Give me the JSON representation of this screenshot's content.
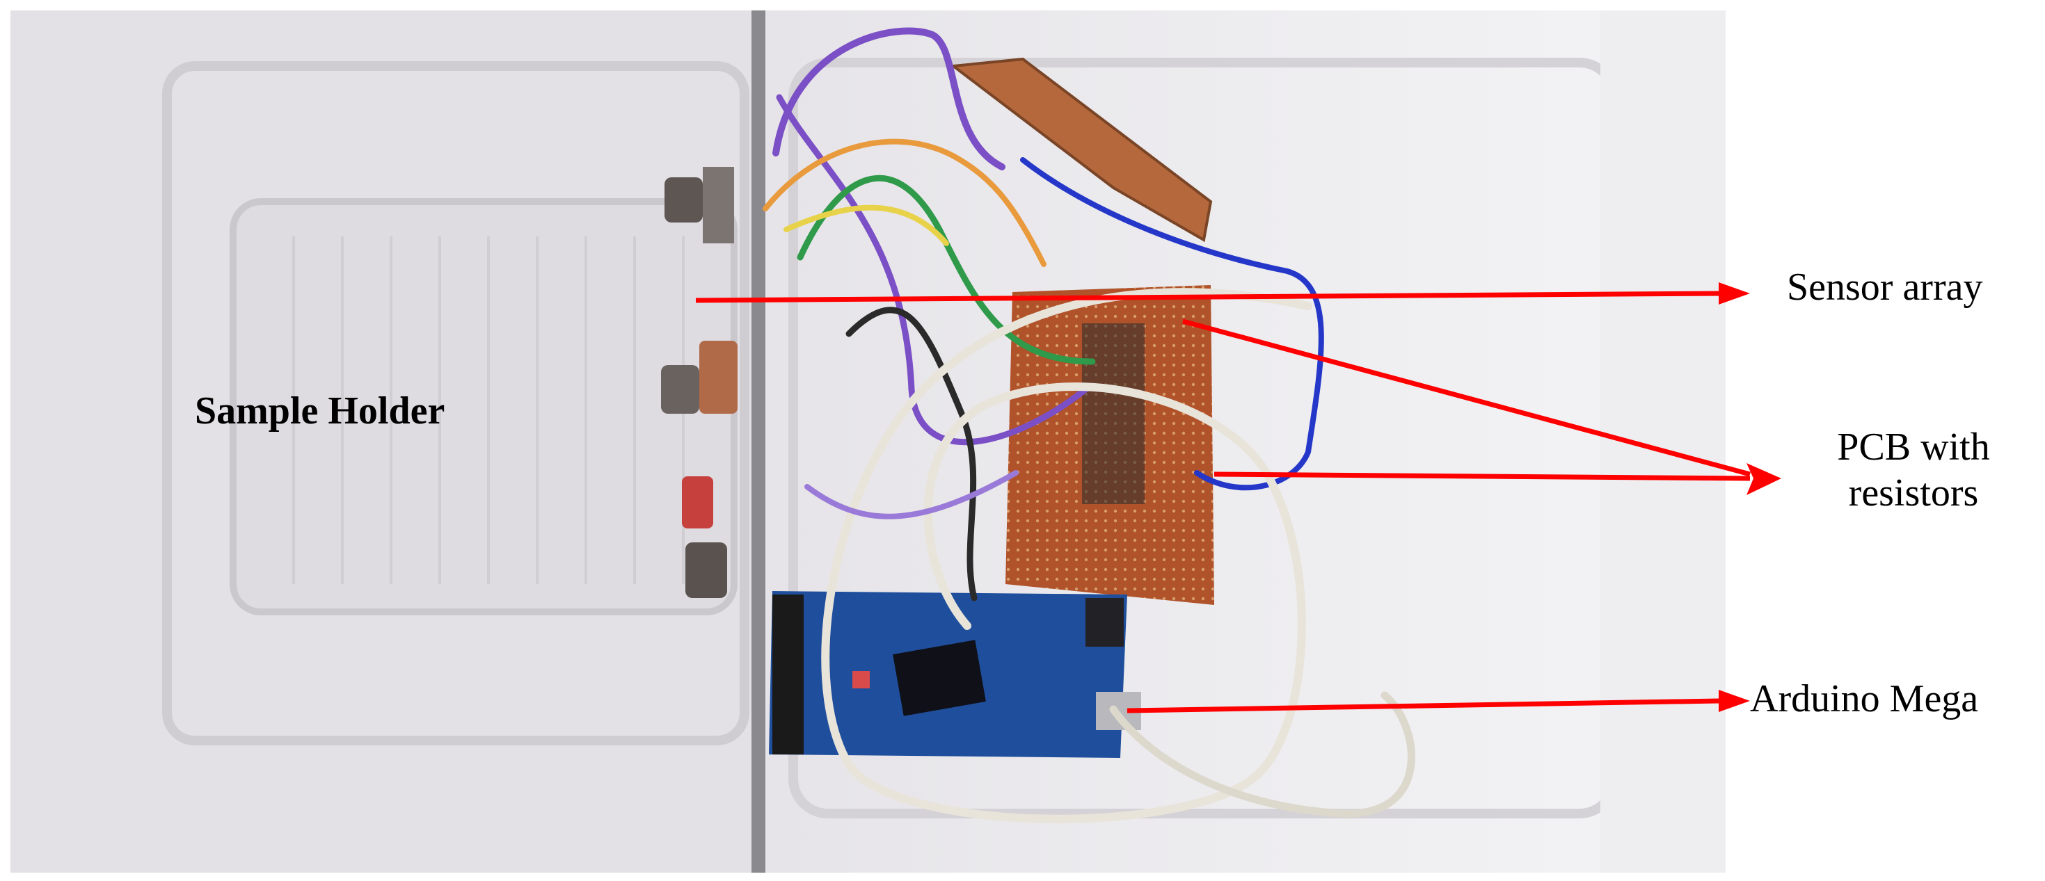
{
  "labels": {
    "sample_holder": "Sample Holder",
    "sensor_array": "Sensor array",
    "pcb_line1": "PCB with",
    "pcb_line2": "resistors",
    "arduino": "Arduino Mega"
  },
  "colors": {
    "arrow": "#ff0000",
    "container": "#e9e9ec",
    "pcb": "#b0522a",
    "arduino_board": "#1f4f9c",
    "wire_white": "#e8e4da",
    "wire_purple": "#7b4fc6",
    "wire_green": "#2f9a4a",
    "wire_blue": "#2437c9"
  }
}
